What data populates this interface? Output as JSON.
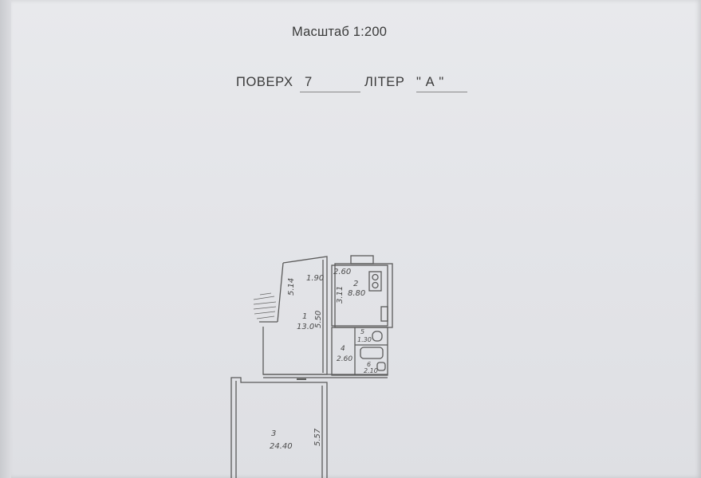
{
  "header": {
    "scale_label": "Масштаб 1:200",
    "floor_word": "ПОВЕРХ",
    "floor_number": "7",
    "letter_word": "ЛІТЕР",
    "letter_value": "\" А \""
  },
  "plan": {
    "rooms": [
      {
        "number": "1",
        "area": "13.0"
      },
      {
        "number": "2",
        "area": "8.80"
      },
      {
        "number": "3",
        "area": "24.40"
      },
      {
        "number": "4",
        "area": "2.60"
      },
      {
        "number": "5",
        "area": "1.30"
      },
      {
        "number": "6",
        "area": "2.10"
      }
    ],
    "dimensions": [
      "1.90",
      "5.14",
      "5.50",
      "2.60",
      "3.11",
      "5.57"
    ]
  }
}
